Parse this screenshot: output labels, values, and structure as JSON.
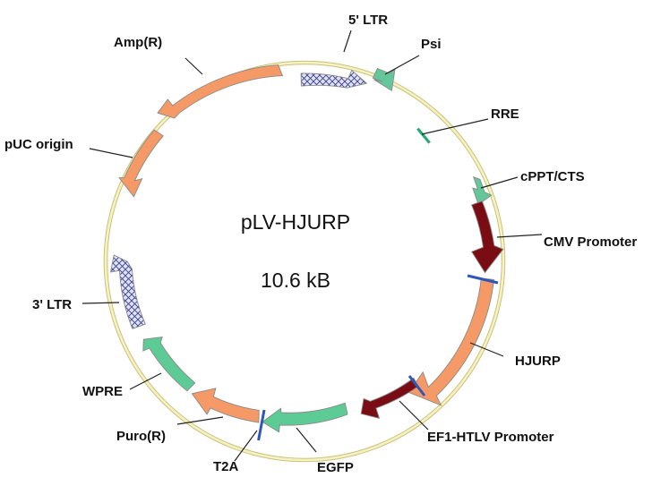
{
  "plasmid": {
    "name": "pLV-HJURP",
    "size": "10.6 kB"
  },
  "features": [
    {
      "id": "ltr5",
      "label": "5' LTR",
      "kind": "hatched",
      "color": "#c8cce8"
    },
    {
      "id": "psi",
      "label": "Psi",
      "kind": "small-green",
      "color": "#63c79a"
    },
    {
      "id": "rre",
      "label": "RRE",
      "kind": "tick-green",
      "color": "#2aa878"
    },
    {
      "id": "cppt",
      "label": "cPPT/CTS",
      "kind": "small-green",
      "color": "#63c79a"
    },
    {
      "id": "cmv",
      "label": "CMV Promoter",
      "kind": "promoter",
      "color": "#7a0d14"
    },
    {
      "id": "hjurp",
      "label": "HJURP",
      "kind": "gene-orange",
      "color": "#f59a66"
    },
    {
      "id": "ef1",
      "label": "EF1-HTLV Promoter",
      "kind": "promoter",
      "color": "#7a0d14"
    },
    {
      "id": "egfp",
      "label": "EGFP",
      "kind": "gene-green",
      "color": "#5dcb96"
    },
    {
      "id": "t2a",
      "label": "T2A",
      "kind": "tick-blue",
      "color": "#2f57b8"
    },
    {
      "id": "puro",
      "label": "Puro(R)",
      "kind": "gene-orange",
      "color": "#f59a66"
    },
    {
      "id": "wpre",
      "label": "WPRE",
      "kind": "gene-green",
      "color": "#5dcb96"
    },
    {
      "id": "ltr3",
      "label": "3' LTR",
      "kind": "hatched",
      "color": "#c8cce8"
    },
    {
      "id": "puc",
      "label": "pUC origin",
      "kind": "gene-orange",
      "color": "#f59a66"
    },
    {
      "id": "amp",
      "label": "Amp(R)",
      "kind": "gene-orange",
      "color": "#f59a66"
    }
  ],
  "colors": {
    "backbone": "#f3eeb5",
    "boundary_tick": "#2f57b8"
  }
}
